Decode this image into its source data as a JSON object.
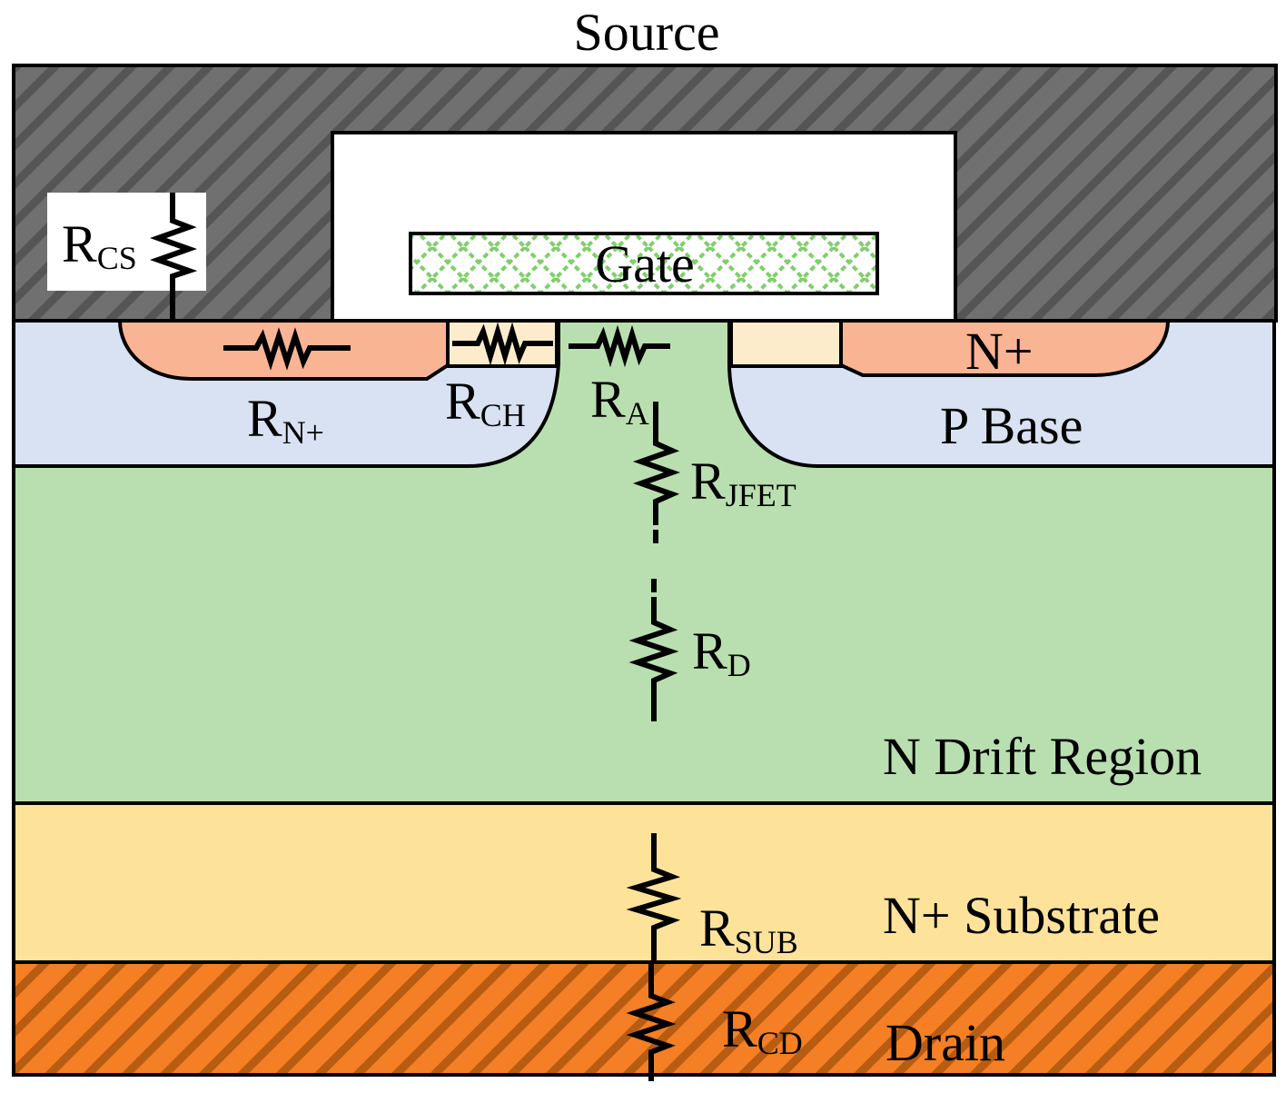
{
  "diagram": {
    "terminals": {
      "source": "Source",
      "gate": "Gate",
      "drain": "Drain"
    },
    "regions": {
      "n_plus": "N+",
      "p_base": "P Base",
      "n_drift": "N Drift Region",
      "n_plus_substrate": "N+ Substrate"
    },
    "resistors": {
      "r_cs": {
        "main": "R",
        "sub": "CS"
      },
      "r_n_plus": {
        "main": "R",
        "sub": "N+"
      },
      "r_ch": {
        "main": "R",
        "sub": "CH"
      },
      "r_a": {
        "main": "R",
        "sub": "A"
      },
      "r_jfet": {
        "main": "R",
        "sub": "JFET"
      },
      "r_d": {
        "main": "R",
        "sub": "D"
      },
      "r_sub": {
        "main": "R",
        "sub": "SUB"
      },
      "r_cd": {
        "main": "R",
        "sub": "CD"
      }
    },
    "colors": {
      "source_metal": "#707070",
      "gate_hatch": "#7fd06a",
      "n_plus": "#f9b494",
      "p_base": "#d8e2f2",
      "channel": "#fdeccc",
      "n_drift": "#b9dfb0",
      "substrate": "#fde39a",
      "drain_metal": "#f47f25"
    }
  }
}
